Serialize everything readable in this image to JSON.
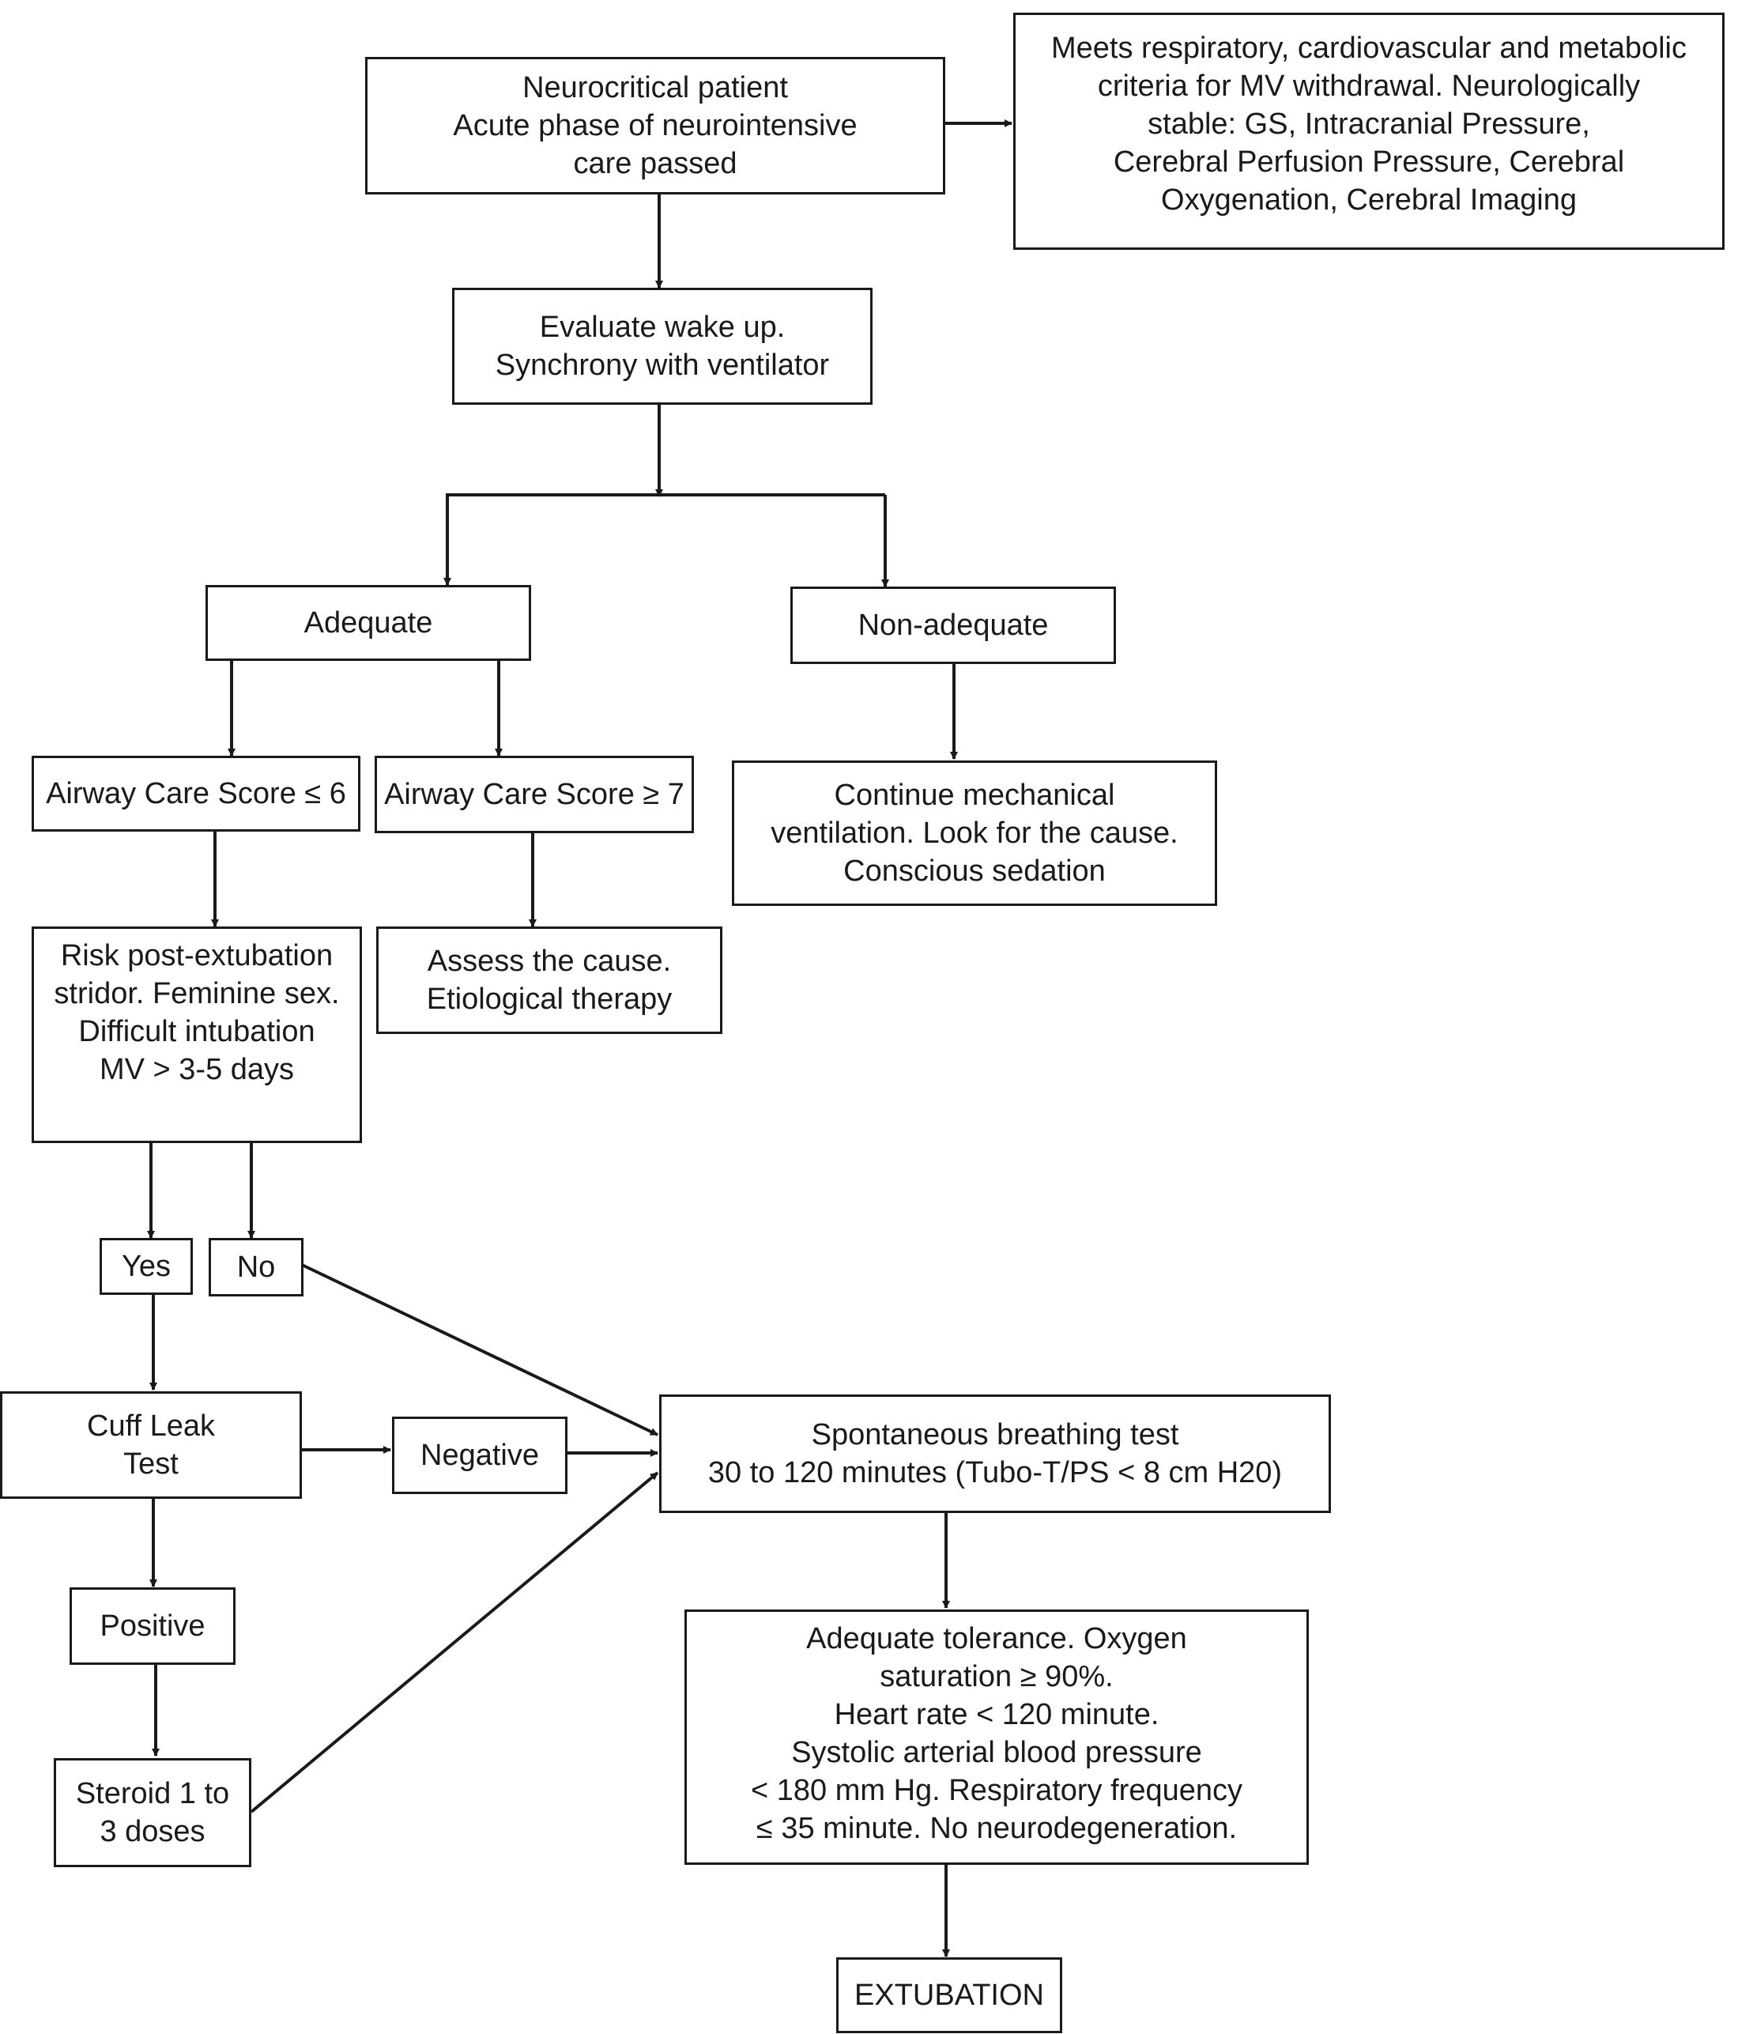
{
  "nodes": {
    "neurocritical": {
      "lines": [
        "Neurocritical patient",
        "Acute phase of neurointensive",
        "care passed"
      ]
    },
    "criteria": {
      "lines": [
        "Meets respiratory, cardiovascular and metabolic",
        "criteria for MV withdrawal.  Neurologically",
        "stable: GS, Intracranial Pressure,",
        "Cerebral Perfusion Pressure, Cerebral",
        "Oxygenation, Cerebral Imaging"
      ]
    },
    "evaluate": {
      "lines": [
        "Evaluate wake up.",
        "Synchrony with ventilator"
      ]
    },
    "adequate": {
      "lines": [
        "Adequate"
      ]
    },
    "non_adequate": {
      "lines": [
        "Non-adequate"
      ]
    },
    "acs_le6": {
      "lines": [
        "Airway Care Score ≤ 6"
      ]
    },
    "acs_ge7": {
      "lines": [
        "Airway Care Score ≥ 7"
      ]
    },
    "continue_mv": {
      "lines": [
        "Continue mechanical",
        "ventilation. Look for the cause.",
        "Conscious sedation"
      ]
    },
    "risk": {
      "lines": [
        "Risk post-extubation",
        "stridor.  Feminine sex.",
        "Difficult intubation",
        "MV > 3-5 days"
      ]
    },
    "assess": {
      "lines": [
        "Assess the cause.",
        "Etiological therapy"
      ]
    },
    "yes": {
      "lines": [
        "Yes"
      ]
    },
    "no": {
      "lines": [
        "No"
      ]
    },
    "cuff_leak": {
      "lines": [
        "Cuff Leak",
        "Test"
      ]
    },
    "negative": {
      "lines": [
        "Negative"
      ]
    },
    "sbt": {
      "lines": [
        "Spontaneous breathing test",
        "30 to 120 minutes (Tubo-T/PS < 8 cm H20)"
      ]
    },
    "positive": {
      "lines": [
        "Positive"
      ]
    },
    "tolerance": {
      "lines": [
        "Adequate tolerance. Oxygen",
        "saturation ≥ 90%.",
        "Heart rate < 120 minute.",
        "Systolic arterial blood pressure",
        "< 180 mm Hg. Respiratory frequency",
        "≤ 35 minute. No neurodegeneration."
      ]
    },
    "steroid": {
      "lines": [
        "Steroid 1 to",
        "3 doses"
      ]
    },
    "extubation": {
      "lines": [
        "EXTUBATION"
      ]
    }
  }
}
